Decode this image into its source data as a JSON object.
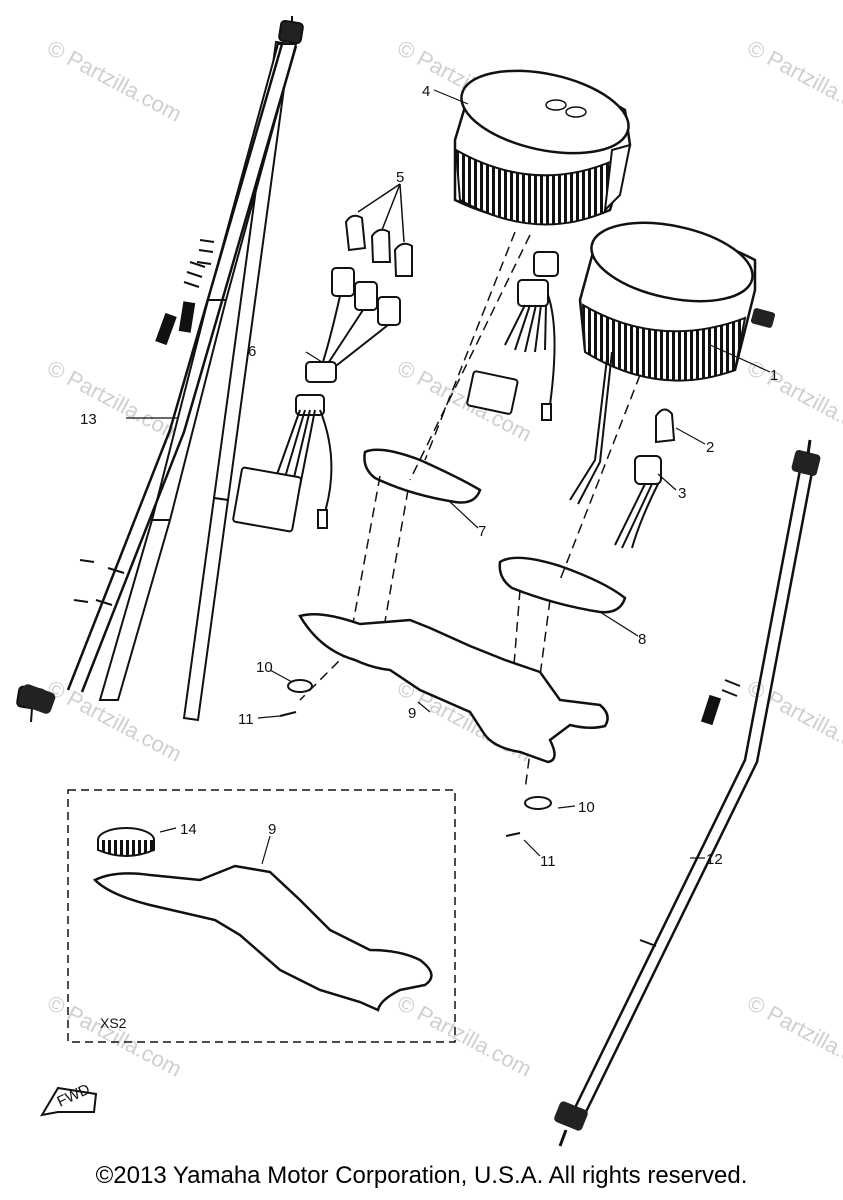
{
  "callouts": {
    "c1": "1",
    "c2": "2",
    "c3": "3",
    "c4": "4",
    "c5": "5",
    "c6": "6",
    "c7": "7",
    "c8": "8",
    "c9a": "9",
    "c9b": "9",
    "c10a": "10",
    "c10b": "10",
    "c11a": "11",
    "c11b": "11",
    "c12": "12",
    "c13": "13",
    "c14": "14"
  },
  "inset_label": "XS2",
  "fwd_label": "FWD",
  "watermark": "© Partzilla.com",
  "copyright": "©2013 Yamaha Motor Corporation, U.S.A. All rights reserved."
}
